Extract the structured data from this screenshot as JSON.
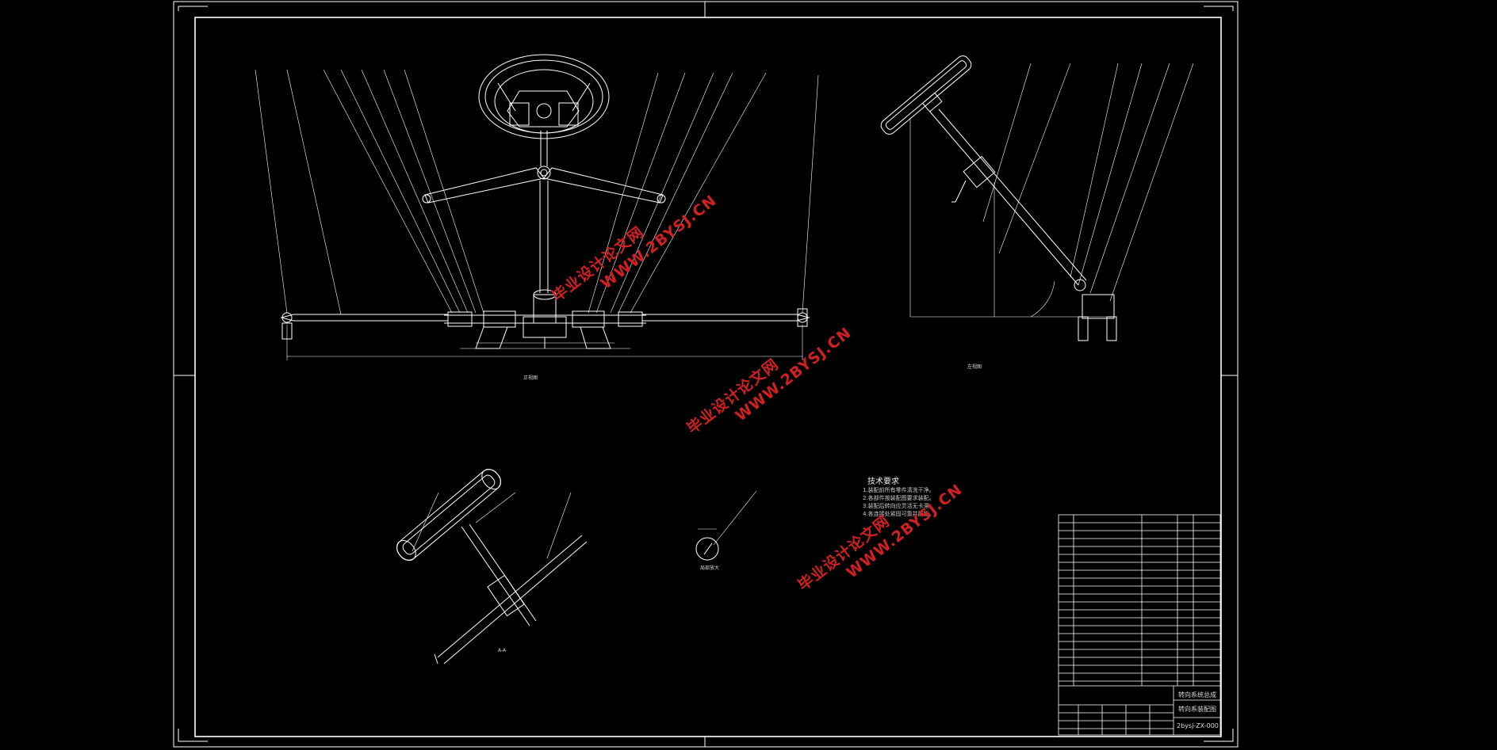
{
  "drawing": {
    "colors": {
      "background": "#000000",
      "lines": "#ffffff",
      "watermark": "#d02020"
    },
    "views": {
      "front_label": "正视图",
      "left_label": "左视图",
      "section_label": "A-A",
      "detail_label": "局部放大"
    },
    "watermarks": [
      {
        "cn": "毕业设计论文网",
        "url": "WWW.2BYSJ.CN"
      },
      {
        "cn": "毕业设计论文网",
        "url": "WWW.2BYSJ.CN"
      },
      {
        "cn": "毕业设计论文网",
        "url": "WWW.2BYSJ.CN"
      }
    ],
    "tech_requirements": {
      "heading": "技术要求",
      "lines": [
        "1.装配前所有零件清洗干净。",
        "2.各部件按装配图要求装配。",
        "3.装配后转向应灵活无卡滞。",
        "4.各连接处紧固可靠并防松。"
      ]
    },
    "title_block": {
      "assembly_name": "转向系统总成",
      "drawing_title": "转向系装配图",
      "drawing_number": "2bysj-ZX-000"
    }
  }
}
